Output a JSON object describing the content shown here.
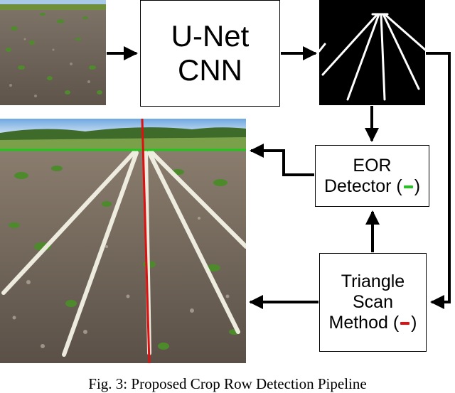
{
  "figure": {
    "unet_box": {
      "line1": "U-Net",
      "line2": "CNN"
    },
    "eor_box": {
      "line1": "EOR",
      "line2_text": "Detector",
      "open_paren": "(",
      "close_paren": ")",
      "marker_color": "#22c41e"
    },
    "triangle_box": {
      "line1": "Triangle",
      "line2": "Scan",
      "line3_text": "Method",
      "open_paren": "(",
      "close_paren": ")",
      "marker_color": "#dd1111"
    },
    "caption": "Fig. 3: Proposed Crop Row Detection Pipeline",
    "images": {
      "input_photo": "field-photo",
      "mask": "binary-crop-row-mask",
      "output_photo": "field-photo-with-detected-rows",
      "eor_line_color": "#22c41e",
      "row_line_color": "#dd1111",
      "crop_row_overlay_color": "#f5f5e8"
    }
  }
}
